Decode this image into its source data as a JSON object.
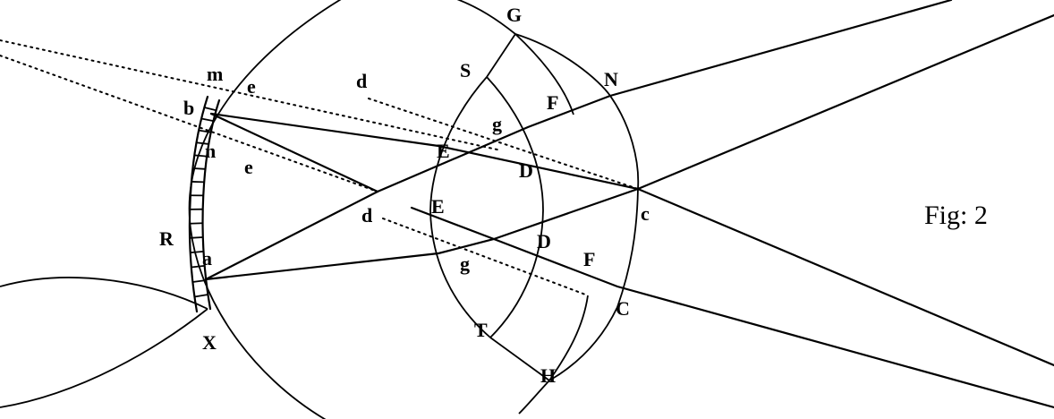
{
  "figure": {
    "caption": "Fig: 2",
    "labels": {
      "G": "G",
      "S": "S",
      "m": "m",
      "e1": "e",
      "d1": "d",
      "b": "b",
      "N": "N",
      "F1": "F",
      "g1": "g",
      "E1": "E",
      "D1": "D",
      "n": "n",
      "e2": "e",
      "d2": "d",
      "c": "c",
      "E2": "E",
      "R": "R",
      "D2": "D",
      "a": "a",
      "F2": "F",
      "g2": "g",
      "C": "C",
      "X": "X",
      "T": "T",
      "H": "H"
    },
    "ink_color": "#000000",
    "background": "#ffffff"
  }
}
